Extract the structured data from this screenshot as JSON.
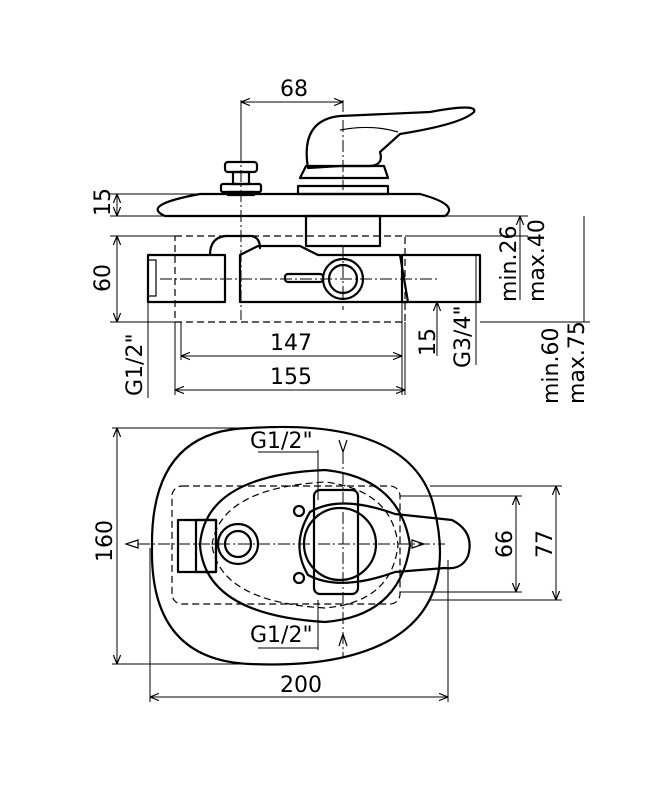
{
  "top_view": {
    "dimensions": {
      "handle_offset": "68",
      "plate_thickness": "15",
      "body_height": "60",
      "wall_depth_min": "min.26",
      "wall_depth_max": "max.40",
      "inner_width": "147",
      "outer_width": "155",
      "outlet_offset": "15",
      "outlet_thread": "G3/4\"",
      "inlet_thread": "G1/2\"",
      "total_depth_min": "min.60",
      "total_depth_max": "max.75"
    }
  },
  "front_view": {
    "dimensions": {
      "inlet_top_thread": "G1/2\"",
      "inlet_bottom_thread": "G1/2\"",
      "plate_height": "160",
      "body_height_inner": "66",
      "body_height_outer": "77",
      "plate_width": "200"
    }
  }
}
